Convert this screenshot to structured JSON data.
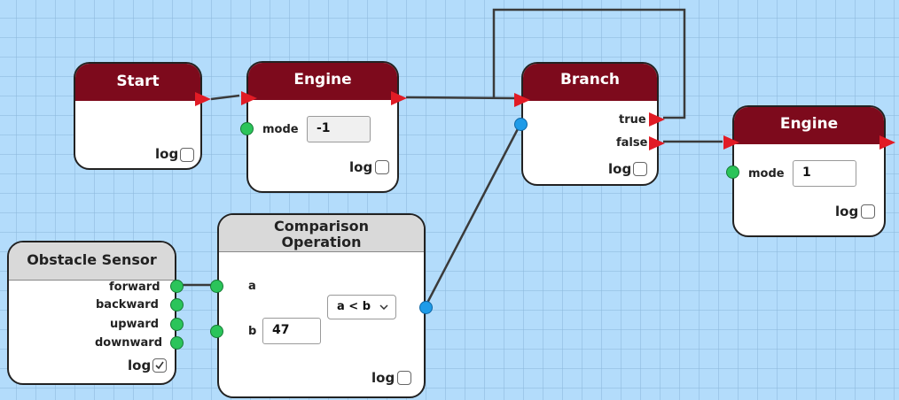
{
  "nodes": {
    "start": {
      "title": "Start",
      "log_label": "log",
      "log_checked": false
    },
    "engine1": {
      "title": "Engine",
      "mode_label": "mode",
      "mode_value": "-1",
      "log_label": "log",
      "log_checked": false
    },
    "branch": {
      "title": "Branch",
      "true_label": "true",
      "false_label": "false",
      "log_label": "log",
      "log_checked": false
    },
    "engine2": {
      "title": "Engine",
      "mode_label": "mode",
      "mode_value": "1",
      "log_label": "log",
      "log_checked": false
    },
    "sensor": {
      "title": "Obstacle Sensor",
      "outputs": [
        "forward",
        "backward",
        "upward",
        "downward"
      ],
      "log_label": "log",
      "log_checked": true
    },
    "comparison": {
      "title_line1": "Comparison",
      "title_line2": "Operation",
      "a_label": "a",
      "b_label": "b",
      "b_value": "47",
      "operator": "a < b",
      "log_label": "log",
      "log_checked": false
    }
  },
  "icons": {
    "flow_port": "red-triangle",
    "data_port_boolean": "green-dot",
    "data_port_compare": "blue-dot",
    "select_arrow": "chevron-down-icon",
    "checked": "checkmark-icon"
  },
  "colors": {
    "canvas": "#b3dcfb",
    "header_red": "#7d0a1c",
    "header_gray": "#d9d9d9",
    "flow_arrow": "#e11b25",
    "port_green": "#2bc45a",
    "port_blue": "#1e9be8",
    "wire": "#333333"
  }
}
